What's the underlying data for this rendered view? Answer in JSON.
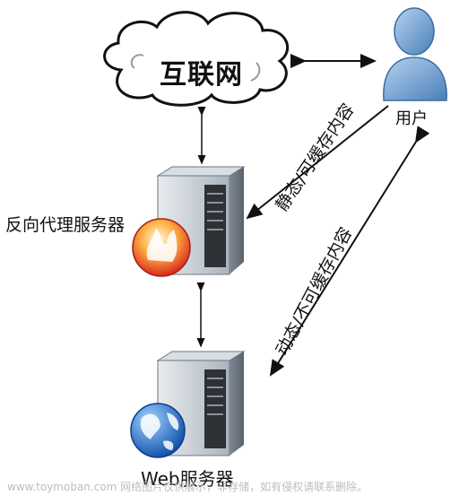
{
  "nodes": {
    "internet": "互联网",
    "user": "用户",
    "proxy": "反向代理服务器",
    "web": "Web服务器"
  },
  "edges": {
    "static": "静态/可缓存内容",
    "dynamic": "动态/不可缓存内容"
  },
  "watermark": "www.toymoban.com 网络图片仅供展示，非存储，如有侵权请联系删除。"
}
